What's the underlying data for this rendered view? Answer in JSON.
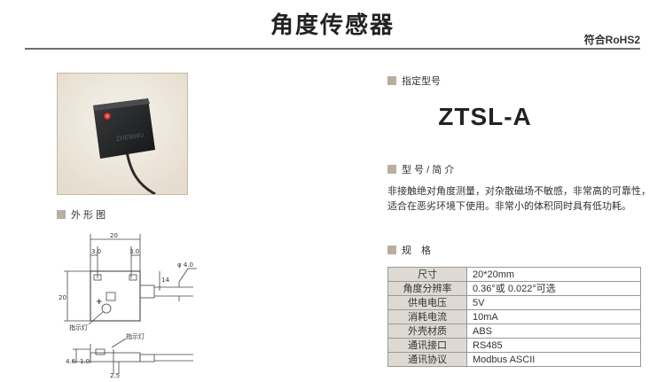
{
  "header": {
    "title": "角度传感器",
    "rohs": "符合RoHS2"
  },
  "sections": {
    "model_label": "指定型号",
    "model": "ZTSL-A",
    "intro_label": "型 号 / 简 介",
    "spec_label": "规　格",
    "outline_label": "外 形 图"
  },
  "description": [
    "非接触绝对角度测量，对杂散磁场不敏感，非常高的可靠性，",
    "适合在恶劣环境下使用。非常小的体积同时具有低功耗。"
  ],
  "specs": [
    {
      "k": "尺寸",
      "v": "20*20mm"
    },
    {
      "k": "角度分辨率",
      "v": "0.36°或 0.022°可选"
    },
    {
      "k": "供电电压",
      "v": "5V"
    },
    {
      "k": "消耗电流",
      "v": "10mA"
    },
    {
      "k": "外壳材质",
      "v": "ABS"
    },
    {
      "k": "通讯接口",
      "v": "RS485"
    },
    {
      "k": "通讯协议",
      "v": "Modbus ASCII"
    }
  ],
  "drawing": {
    "dim_width": "20",
    "dim_left_offset": "3.0",
    "dim_right_offset": "3.0",
    "dim_height": "20",
    "dim_cable_dia": "φ 4.0",
    "dim_cable_pos": "14",
    "dim_thickness": "4.6",
    "dim_base": "1.0",
    "dim_step": "2.5",
    "indicator_label_1": "指示灯",
    "indicator_label_2": "指示灯",
    "plus_sign": "+"
  },
  "photo": {
    "brand_text": "ZHENWU"
  },
  "colors": {
    "accent_square": "#b9aea0",
    "table_key_bg": "#dedad3",
    "rule": "#6f6f6f",
    "led": "#ff4040"
  }
}
